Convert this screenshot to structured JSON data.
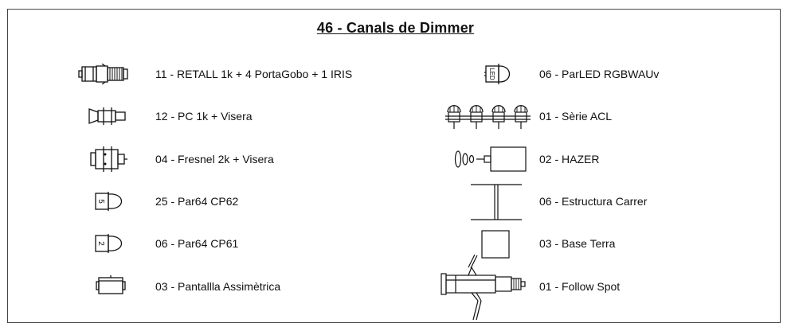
{
  "title": "46 - Canals de Dimmer",
  "legend": {
    "left": [
      {
        "icon": "profile-spot-icon",
        "label": "11 - RETALL 1k + 4 PortaGobo + 1 IRIS"
      },
      {
        "icon": "pc-spotlight-icon",
        "label": "12 - PC 1k + Visera"
      },
      {
        "icon": "fresnel-spotlight-icon",
        "label": "04 - Fresnel 2k + Visera"
      },
      {
        "icon": "par64-cp62-icon",
        "label": "25 - Par64 CP62",
        "badge": "5"
      },
      {
        "icon": "par64-cp61-icon",
        "label": "06 - Par64 CP61",
        "badge": "2"
      },
      {
        "icon": "asymmetric-floodlight-icon",
        "label": "03 - Pantallla Assimètrica"
      }
    ],
    "right": [
      {
        "icon": "parled-icon",
        "label": "06 - ParLED RGBWAUv",
        "badge": "LED"
      },
      {
        "icon": "acl-series-icon",
        "label": "01 - Sèrie ACL"
      },
      {
        "icon": "hazer-icon",
        "label": "02 - HAZER"
      },
      {
        "icon": "street-truss-icon",
        "label": "06 - Estructura Carrer"
      },
      {
        "icon": "floor-base-icon",
        "label": "03 - Base Terra"
      },
      {
        "icon": "follow-spot-icon",
        "label": "01 - Follow Spot"
      }
    ]
  }
}
